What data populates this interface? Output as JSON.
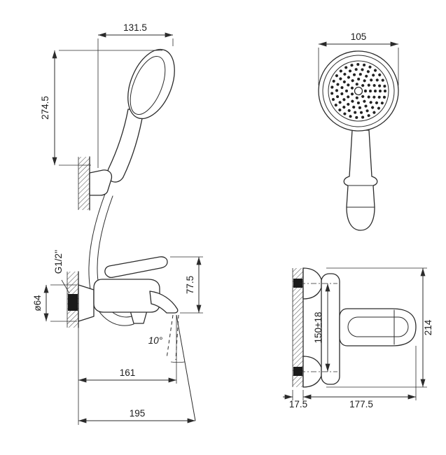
{
  "drawing": {
    "handshower_side_view": {
      "head_width": "131.5",
      "overall_height": "274.5"
    },
    "handshower_front_view": {
      "head_diameter": "105"
    },
    "mixer_side_view": {
      "connection_thread": "G1/2''",
      "escutcheon_diameter": "ø64",
      "spout_drop_height": "77.5",
      "stream_angle": "10°",
      "spout_reach": "161",
      "overall_reach": "195"
    },
    "mixer_front_view": {
      "mounting_centers": "150±18",
      "overall_height": "214",
      "wall_thickness": "17.5",
      "projection": "177.5"
    },
    "colors": {
      "line_color": "#2b2b2b",
      "background": "#ffffff",
      "solid_fill": "#1a1a1a"
    }
  }
}
